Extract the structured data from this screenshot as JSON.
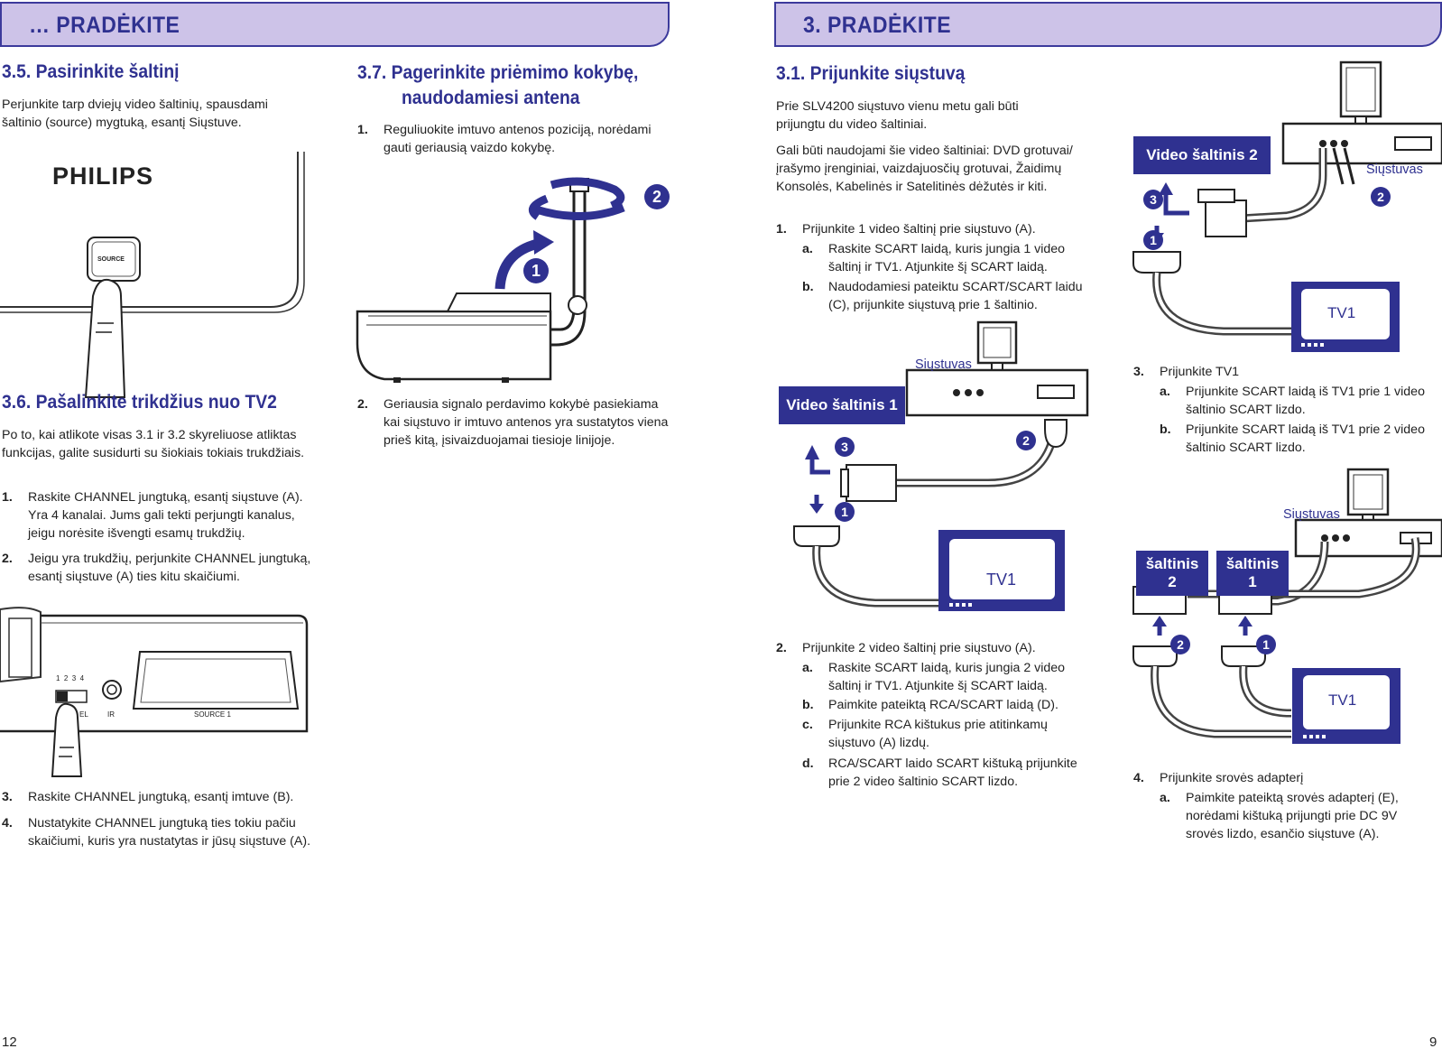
{
  "left_page": {
    "header": "…   PRADĖKITE",
    "page_number": "12",
    "s35": {
      "title": "3.5.  Pasirinkite šaltinį",
      "body": "Perjunkite tarp dviejų video šaltinių, spausdami šaltinio (source) mygtuką, esantį Siųstuve.",
      "brand": "PHILIPS",
      "button_label": "SOURCE"
    },
    "s36": {
      "title": "3.6.  Pašalinkite trikdžius nuo TV2",
      "body": "Po to, kai atlikote visas 3.1 ir 3.2 skyreliuose atliktas funkcijas, galite susidurti su šiokiais tokiais trukdžiais.",
      "items": [
        {
          "n": "1.",
          "t": "Raskite CHANNEL jungtuką, esantį siųstuve (A). Yra 4 kanalai. Jums gali tekti perjungti kanalus, jeigu norėsite išvengti esamų trukdžių."
        },
        {
          "n": "2.",
          "t": "Jeigu yra trukdžių, perjunkite CHANNEL jungtuką, esantį siųstuve (A) ties kitu skaičiumi."
        },
        {
          "n": "3.",
          "t": "Raskite CHANNEL jungtuką, esantį imtuve (B)."
        },
        {
          "n": "4.",
          "t": "Nustatykite CHANNEL jungtuką ties tokiu pačiu skaičiumi, kuris yra nustatytas ir jūsų siųstuve (A)."
        }
      ],
      "panel_labels": {
        "channels": "1  2  3  4",
        "channel": "EL",
        "ir": "IR",
        "source1": "SOURCE 1"
      }
    },
    "s37": {
      "title_line1": "3.7.  Pagerinkite priėmimo kokybę,",
      "title_line2": "naudodamiesi antena",
      "items": [
        {
          "n": "1.",
          "t": "Reguliuokite imtuvo antenos poziciją, norėdami gauti geriausią vaizdo kokybę."
        },
        {
          "n": "2.",
          "t": "Geriausia signalo perdavimo kokybė pasiekiama kai siųstuvo ir imtuvo antenos yra sustatytos viena prieš kitą, įsivaizduojamai tiesioje linijoje."
        }
      ],
      "markers": [
        "1",
        "2"
      ]
    }
  },
  "right_page": {
    "header": "3.   PRADĖKITE",
    "page_number": "9",
    "s31": {
      "title": "3.1.  Prijunkite siųstuvą",
      "p1": "Prie SLV4200 siųstuvo vienu metu gali būti prijungtu du video šaltiniai.",
      "p2": "Gali būti naudojami šie video šaltiniai: DVD grotuvai/įrašymo įrenginiai, vaizdajuosčių grotuvai, Žaidimų Konsolės, Kabelinės ir Satelitinės dėžutės ir kiti."
    },
    "step1": {
      "n": "1.",
      "t": "Prijunkite 1 video šaltinį prie siųstuvo (A).",
      "sub": [
        {
          "n": "a.",
          "t": "Raskite SCART laidą, kuris jungia 1 video šaltinį ir TV1. Atjunkite šį SCART laidą."
        },
        {
          "n": "b.",
          "t": "Naudodamiesi pateiktu SCART/SCART laidu (C), prijunkite siųstuvą prie 1 šaltinio."
        }
      ]
    },
    "step2": {
      "n": "2.",
      "t": "Prijunkite 2 video šaltinį prie siųstuvo (A).",
      "sub": [
        {
          "n": "a.",
          "t": "Raskite SCART laidą, kuris jungia 2 video šaltinį ir TV1. Atjunkite šį SCART laidą."
        },
        {
          "n": "b.",
          "t": "Paimkite pateiktą RCA/SCART laidą (D)."
        },
        {
          "n": "c.",
          "t": "Prijunkite RCA kištukus prie atitinkamų siųstuvo (A) lizdų."
        },
        {
          "n": "d.",
          "t": "RCA/SCART laido SCART kištuką prijunkite prie 2 video šaltinio SCART lizdo."
        }
      ]
    },
    "step3": {
      "n": "3.",
      "t": "Prijunkite TV1",
      "sub": [
        {
          "n": "a.",
          "t": "Prijunkite SCART laidą iš TV1 prie 1 video šaltinio SCART lizdo."
        },
        {
          "n": "b.",
          "t": "Prijunkite SCART laidą iš TV1 prie 2 video šaltinio SCART lizdo."
        }
      ]
    },
    "step4": {
      "n": "4.",
      "t": "Prijunkite srovės adapterį",
      "sub": [
        {
          "n": "a.",
          "t": "Paimkite pateiktą srovės adapterį (E), norėdami kištuką prijungti prie DC 9V srovės lizdo, esančio siųstuve (A)."
        }
      ]
    },
    "diagrams": {
      "transmitter": "Siųstuvas",
      "source1": "Video šaltinis 1",
      "source2": "Video šaltinis 2",
      "tv": "TV1",
      "src2_short": "šaltinis\n2",
      "src1_short": "šaltinis\n1",
      "markers": [
        "1",
        "2",
        "3"
      ]
    }
  },
  "colors": {
    "accent": "#2f3190",
    "header_bg": "#cdc3e8"
  }
}
